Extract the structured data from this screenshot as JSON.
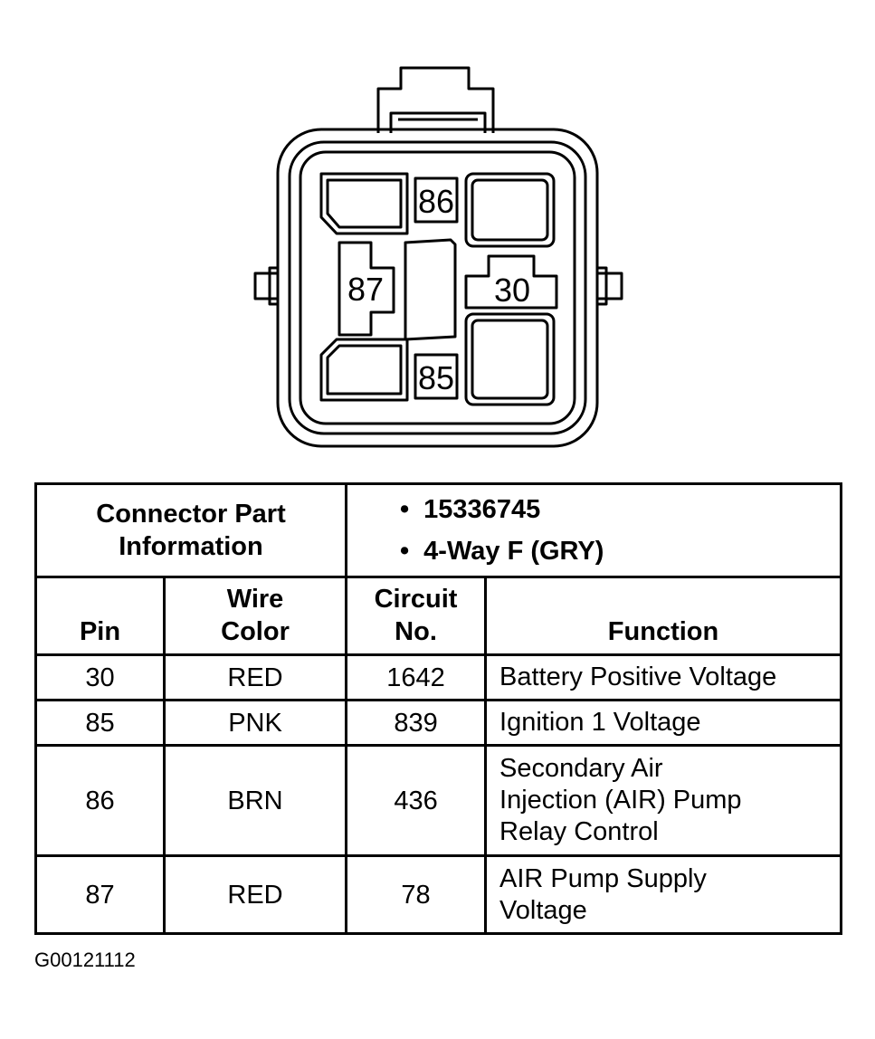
{
  "connector": {
    "pin_labels": [
      "86",
      "87",
      "30",
      "85"
    ]
  },
  "part_info": {
    "label_line1": "Connector Part",
    "label_line2": "Information",
    "part_number": "15336745",
    "description": "4-Way F (GRY)"
  },
  "table": {
    "headers": {
      "pin": "Pin",
      "wire_color_line1": "Wire",
      "wire_color_line2": "Color",
      "circuit_line1": "Circuit",
      "circuit_line2": "No.",
      "function": "Function"
    },
    "rows": [
      {
        "pin": "30",
        "wire_color": "RED",
        "circuit": "1642",
        "function_lines": [
          "Battery Positive Voltage"
        ]
      },
      {
        "pin": "85",
        "wire_color": "PNK",
        "circuit": "839",
        "function_lines": [
          "Ignition 1 Voltage"
        ]
      },
      {
        "pin": "86",
        "wire_color": "BRN",
        "circuit": "436",
        "function_lines": [
          "Secondary Air",
          "Injection (AIR) Pump",
          "Relay Control"
        ]
      },
      {
        "pin": "87",
        "wire_color": "RED",
        "circuit": "78",
        "function_lines": [
          "AIR Pump Supply",
          "Voltage"
        ]
      }
    ]
  },
  "figure_id": "G00121112"
}
